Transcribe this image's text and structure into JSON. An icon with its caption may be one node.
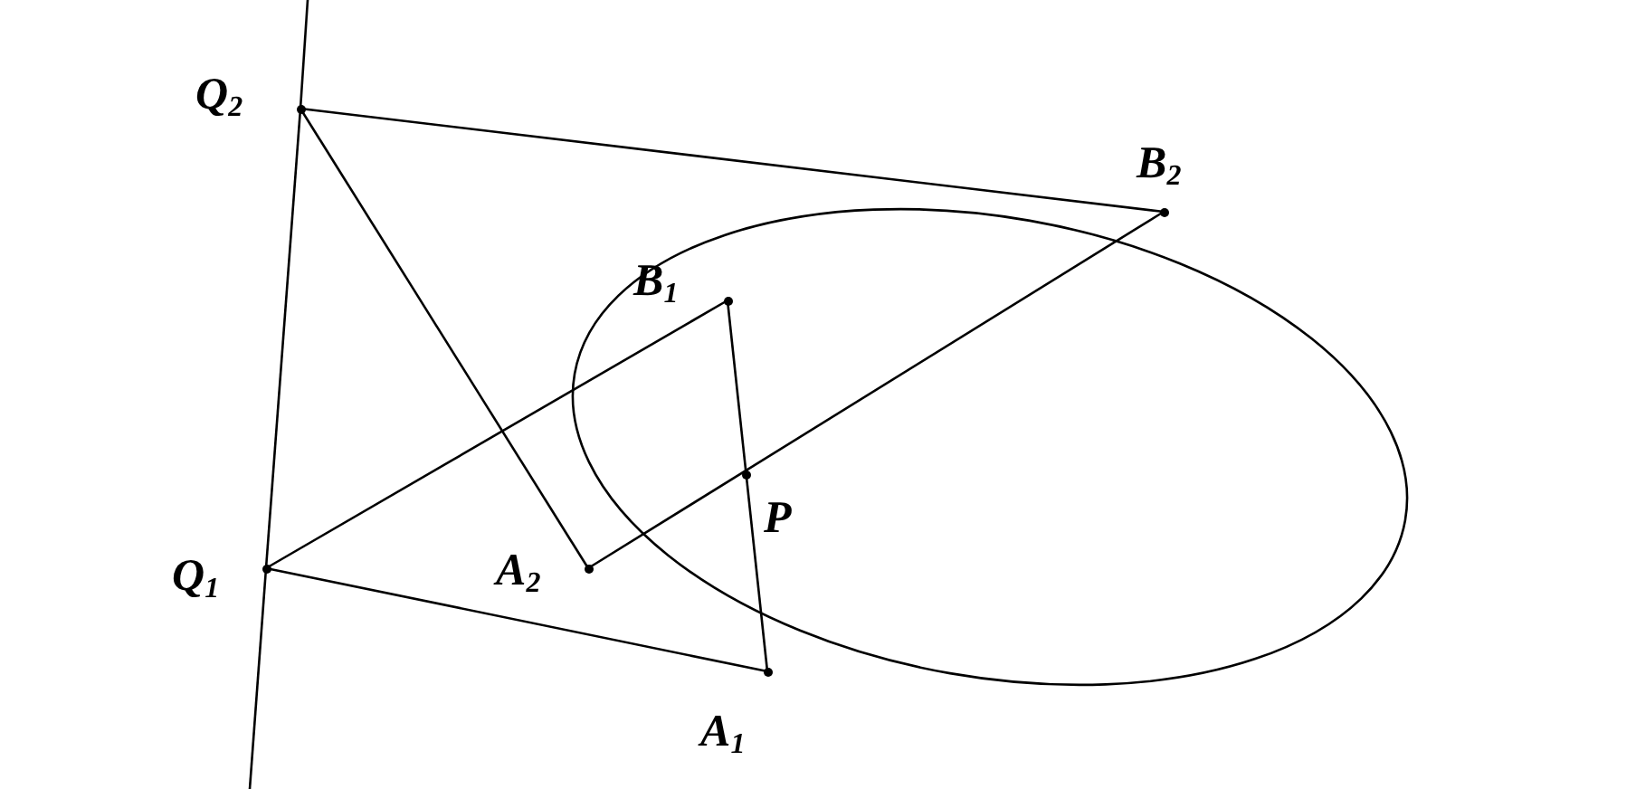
{
  "diagram": {
    "nodes": [
      {
        "text": [
          "Q$_{2}$"
        ]
      },
      {
        "text": [
          "B$_{2}$"
        ]
      },
      {
        "text": [
          "B$_{1}$"
        ]
      },
      {
        "text": [
          "P"
        ]
      },
      {
        "text": [
          "Q$_{1}$"
        ]
      },
      {
        "text": [
          "A$_{2}$"
        ]
      },
      {
        "text": [
          "A$_{1}$"
        ]
      }
    ],
    "edges": [
      {
        "from": 0,
        "to": 1,
        "arrow": "none"
      },
      {
        "from": 0,
        "to": 5,
        "arrow": "none"
      },
      {
        "from": 4,
        "to": 2,
        "arrow": "none"
      },
      {
        "from": 4,
        "to": 6,
        "arrow": "none"
      },
      {
        "from": 2,
        "to": 6,
        "arrow": "none"
      },
      {
        "from": 5,
        "to": 1,
        "arrow": "none"
      },
      {
        "from": 4,
        "to": 0,
        "arrow": "none"
      },
      {
        "from": 0,
        "to": null,
        "arrow": "none"
      },
      {
        "from": 4,
        "to": null,
        "arrow": "none"
      }
    ]
  }
}
